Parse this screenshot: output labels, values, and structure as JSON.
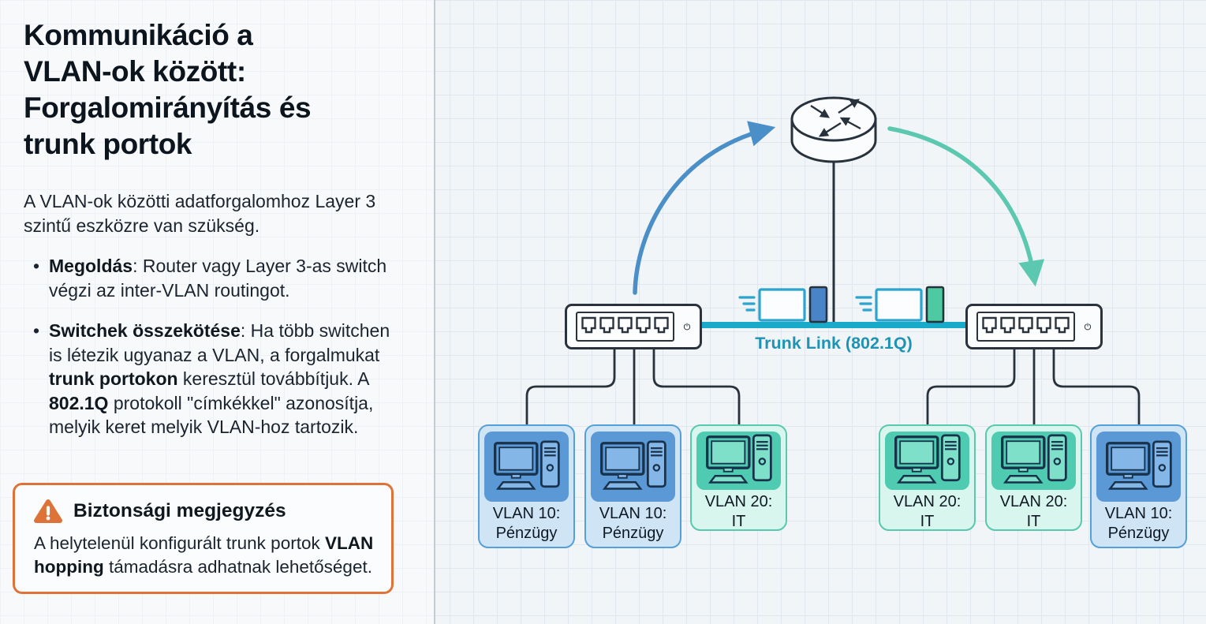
{
  "left_panel": {
    "title_lines": [
      "Kommunikáció a",
      "VLAN-ok között:",
      "Forgalomirányítás és",
      "trunk portok"
    ],
    "intro": "A VLAN-ok közötti adatforgalomhoz Layer 3 szintű eszközre van szükség.",
    "bullet_char": "•",
    "bullets": [
      {
        "lead": "Megoldás",
        "t1": ": Router vagy Layer 3-as switch végzi az inter-VLAN routingot."
      },
      {
        "lead": "Switchek összekötése",
        "t1": ": Ha több switchen is létezik ugyanaz a VLAN, a forgalmukat ",
        "b2": "trunk portokon",
        "t2": " keresztül továbbítjuk. A ",
        "b3": "802.1Q",
        "t3": " protokoll \"címkékkel\" azonosítja, melyik keret melyik VLAN-hoz tartozik."
      }
    ],
    "warning": {
      "title": "Biztonsági megjegyzés",
      "t1": "A helytelenül konfigurált trunk portok ",
      "b1": "VLAN hopping",
      "t2": " támadásra adhatnak lehetőséget."
    }
  },
  "diagram": {
    "trunk_label": "Trunk Link (802.1Q)",
    "cards": [
      {
        "line1": "VLAN 10:",
        "line2": "Pénzügy",
        "vlan": "10"
      },
      {
        "line1": "VLAN 10:",
        "line2": "Pénzügy",
        "vlan": "10"
      },
      {
        "line1": "VLAN 20: IT",
        "line2": "",
        "vlan": "20"
      },
      {
        "line1": "VLAN 20: IT",
        "line2": "",
        "vlan": "20"
      },
      {
        "line1": "VLAN 20: IT",
        "line2": "",
        "vlan": "20"
      },
      {
        "line1": "VLAN 10:",
        "line2": "Pénzügy",
        "vlan": "10"
      }
    ],
    "icons": [
      "router-icon",
      "switch-icon",
      "ethernet-port-icon",
      "power-icon",
      "tagged-frame-icon",
      "warning-icon",
      "computer-icon",
      "curved-arrow-icon"
    ],
    "colors": {
      "vlan10_blue": "#5b98d6",
      "vlan20_teal": "#4ecbb0",
      "trunk_cyan": "#19a9c9",
      "trunk_label_teal": "#1e93b4",
      "arrow_blue": "#4a8fc7",
      "arrow_teal": "#5bc8af",
      "warning_orange": "#dd7338",
      "outline_dark": "#28323c"
    }
  }
}
